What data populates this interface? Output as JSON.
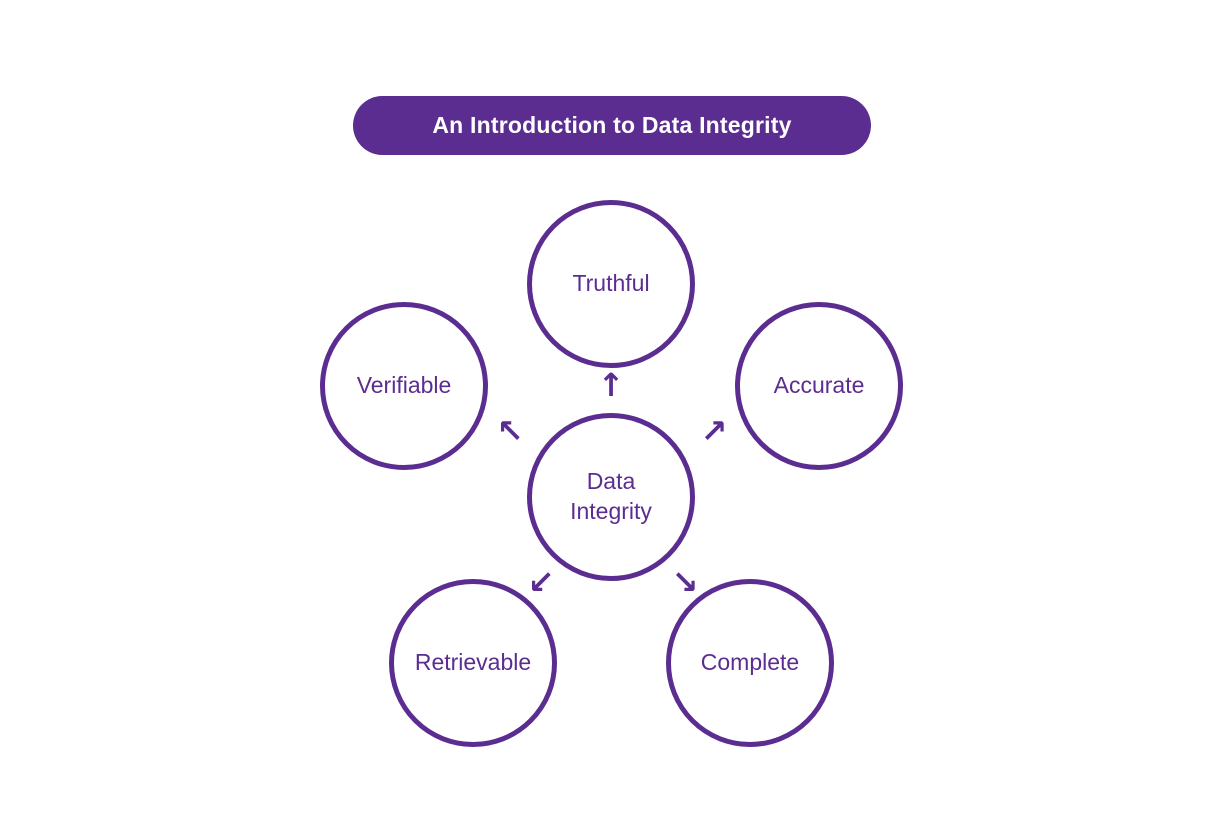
{
  "colors": {
    "accent": "#5b2d90",
    "background": "#ffffff",
    "text_on_accent": "#ffffff"
  },
  "title": {
    "label": "An Introduction to Data Integrity"
  },
  "diagram": {
    "center_node": {
      "line1": "Data",
      "line2": "Integrity"
    },
    "nodes": [
      {
        "id": "truthful",
        "label": "Truthful"
      },
      {
        "id": "verifiable",
        "label": "Verifiable"
      },
      {
        "id": "accurate",
        "label": "Accurate"
      },
      {
        "id": "retrievable",
        "label": "Retrievable"
      },
      {
        "id": "complete",
        "label": "Complete"
      }
    ],
    "arrows": [
      {
        "direction": "up",
        "glyph": "↑"
      },
      {
        "direction": "up-left",
        "glyph": "↖"
      },
      {
        "direction": "up-right",
        "glyph": "↗"
      },
      {
        "direction": "down-left",
        "glyph": "↙"
      },
      {
        "direction": "down-right",
        "glyph": "↘"
      }
    ]
  }
}
